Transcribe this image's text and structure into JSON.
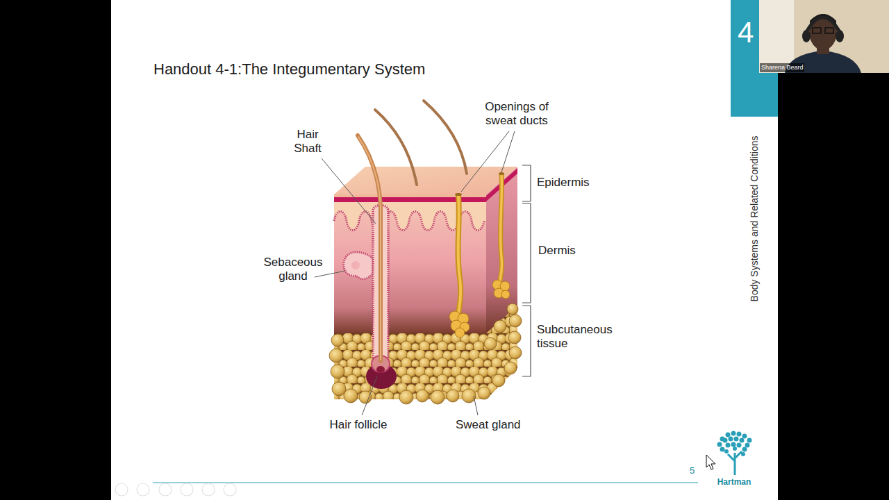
{
  "diagram": {
    "title": "Handout 4-1:The Integumentary System",
    "labels": [
      "Hair Shaft",
      "Openings of sweat ducts",
      "Epidermis",
      "Dermis",
      "Subcutaneous tissue",
      "Sebaceous gland",
      "Hair follicle",
      "Sweat gland",
      "4",
      "Body Systems and Related Conditions",
      "Sharena Beard",
      "5",
      "Hartman"
    ]
  }
}
